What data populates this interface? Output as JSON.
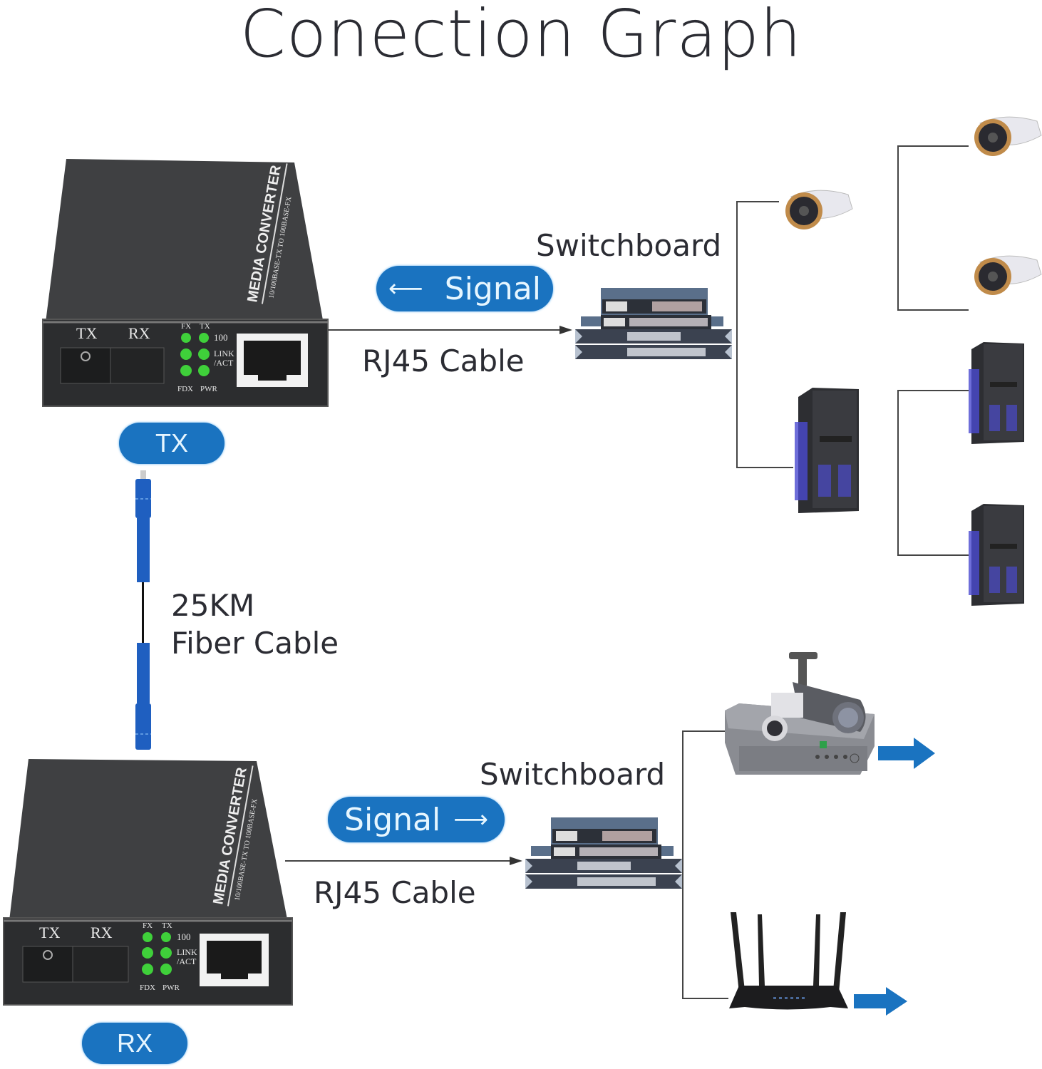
{
  "title": "Conection Graph",
  "tx_unit": {
    "badge": "TX",
    "device": {
      "brand_label": "MEDIA CONVERTER",
      "sub_label": "10/100BASE-TX TO 100BASE-FX",
      "port_labels": [
        "TX",
        "RX"
      ],
      "led_top_labels": [
        "FX",
        "TX"
      ],
      "led_side_labels": [
        "100",
        "LINK",
        "/ACT"
      ],
      "led_bottom_labels": [
        "FDX",
        "PWR"
      ]
    },
    "signal_label": "Signal",
    "signal_direction": "left",
    "cable_label": "RJ45 Cable",
    "switch_label": "Switchboard",
    "endpoints": [
      {
        "type": "camera",
        "name": "cctv-camera"
      },
      {
        "type": "camera",
        "name": "cctv-camera"
      },
      {
        "type": "camera",
        "name": "cctv-camera"
      },
      {
        "type": "computer",
        "name": "desktop-tower"
      },
      {
        "type": "computer",
        "name": "desktop-tower"
      },
      {
        "type": "computer",
        "name": "desktop-tower"
      }
    ]
  },
  "fiber": {
    "distance": "25KM",
    "label": "Fiber Cable"
  },
  "rx_unit": {
    "badge": "RX",
    "device": {
      "brand_label": "MEDIA CONVERTER",
      "sub_label": "10/100BASE-TX TO 100BASE-FX",
      "port_labels": [
        "TX",
        "RX"
      ],
      "led_top_labels": [
        "FX",
        "TX"
      ],
      "led_side_labels": [
        "100",
        "LINK",
        "/ACT"
      ],
      "led_bottom_labels": [
        "FDX",
        "PWR"
      ]
    },
    "signal_label": "Signal",
    "signal_direction": "right",
    "cable_label": "RJ45 Cable",
    "switch_label": "Switchboard",
    "endpoints": [
      {
        "type": "nvr-with-cameras",
        "name": "nvr"
      },
      {
        "type": "router",
        "name": "wifi-router"
      }
    ]
  },
  "colors": {
    "accent_blue": "#1a73c0",
    "device_body": "#3a3b3d",
    "led_green": "#3fd03a",
    "line": "#444444"
  }
}
